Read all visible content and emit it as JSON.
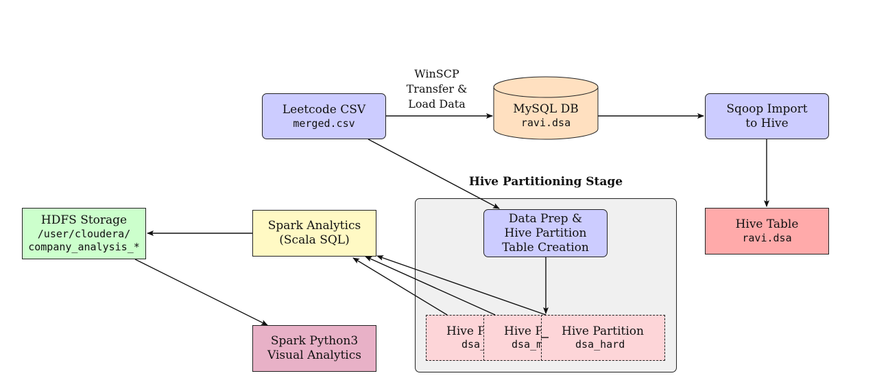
{
  "nodes": {
    "leetcode_csv": {
      "title": "Leetcode CSV",
      "file": "merged.csv"
    },
    "mysql_db": {
      "title": "MySQL DB",
      "name": "ravi.dsa"
    },
    "sqoop_import": {
      "line1": "Sqoop Import",
      "line2": "to Hive"
    },
    "hive_table": {
      "title": "Hive Table",
      "name": "ravi.dsa"
    },
    "data_prep": {
      "line1": "Data Prep &",
      "line2": "Hive Partition",
      "line3": "Table Creation"
    },
    "spark_analytics": {
      "line1": "Spark Analytics",
      "line2": "(Scala SQL)"
    },
    "hdfs_storage": {
      "title": "HDFS Storage",
      "path1": "/user/cloudera/",
      "path2": "company_analysis_*"
    },
    "spark_python": {
      "line1": "Spark Python3",
      "line2": "Visual Analytics"
    }
  },
  "edge_labels": {
    "winscp": {
      "line1": "WinSCP",
      "line2": "Transfer &",
      "line3": "Load Data"
    }
  },
  "stage": {
    "title": "Hive Partitioning Stage"
  },
  "partitions": [
    {
      "title": "Hive Partition",
      "name": "dsa_easy"
    },
    {
      "title": "Hive Partition",
      "name": "dsa_medium"
    },
    {
      "title": "Hive Partition",
      "name": "dsa_hard"
    }
  ]
}
